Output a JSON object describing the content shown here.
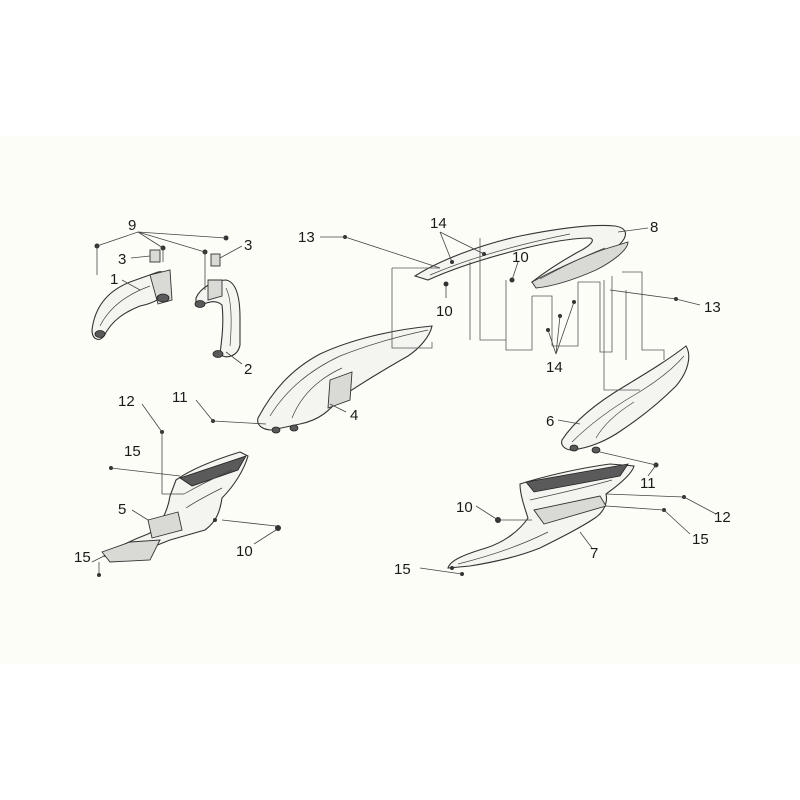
{
  "diagram": {
    "callouts": [
      {
        "id": "c1",
        "text": "1"
      },
      {
        "id": "c2",
        "text": "2"
      },
      {
        "id": "c3a",
        "text": "3"
      },
      {
        "id": "c3b",
        "text": "3"
      },
      {
        "id": "c4",
        "text": "4"
      },
      {
        "id": "c5",
        "text": "5"
      },
      {
        "id": "c6",
        "text": "6"
      },
      {
        "id": "c7",
        "text": "7"
      },
      {
        "id": "c8",
        "text": "8"
      },
      {
        "id": "c9",
        "text": "9"
      },
      {
        "id": "c10a",
        "text": "10"
      },
      {
        "id": "c10b",
        "text": "10"
      },
      {
        "id": "c10c",
        "text": "10"
      },
      {
        "id": "c10d",
        "text": "10"
      },
      {
        "id": "c11a",
        "text": "11"
      },
      {
        "id": "c11b",
        "text": "11"
      },
      {
        "id": "c12a",
        "text": "12"
      },
      {
        "id": "c12b",
        "text": "12"
      },
      {
        "id": "c13a",
        "text": "13"
      },
      {
        "id": "c13b",
        "text": "13"
      },
      {
        "id": "c14a",
        "text": "14"
      },
      {
        "id": "c14b",
        "text": "14"
      },
      {
        "id": "c15a",
        "text": "15"
      },
      {
        "id": "c15b",
        "text": "15"
      },
      {
        "id": "c15c",
        "text": "15"
      },
      {
        "id": "c15d",
        "text": "15"
      }
    ]
  }
}
